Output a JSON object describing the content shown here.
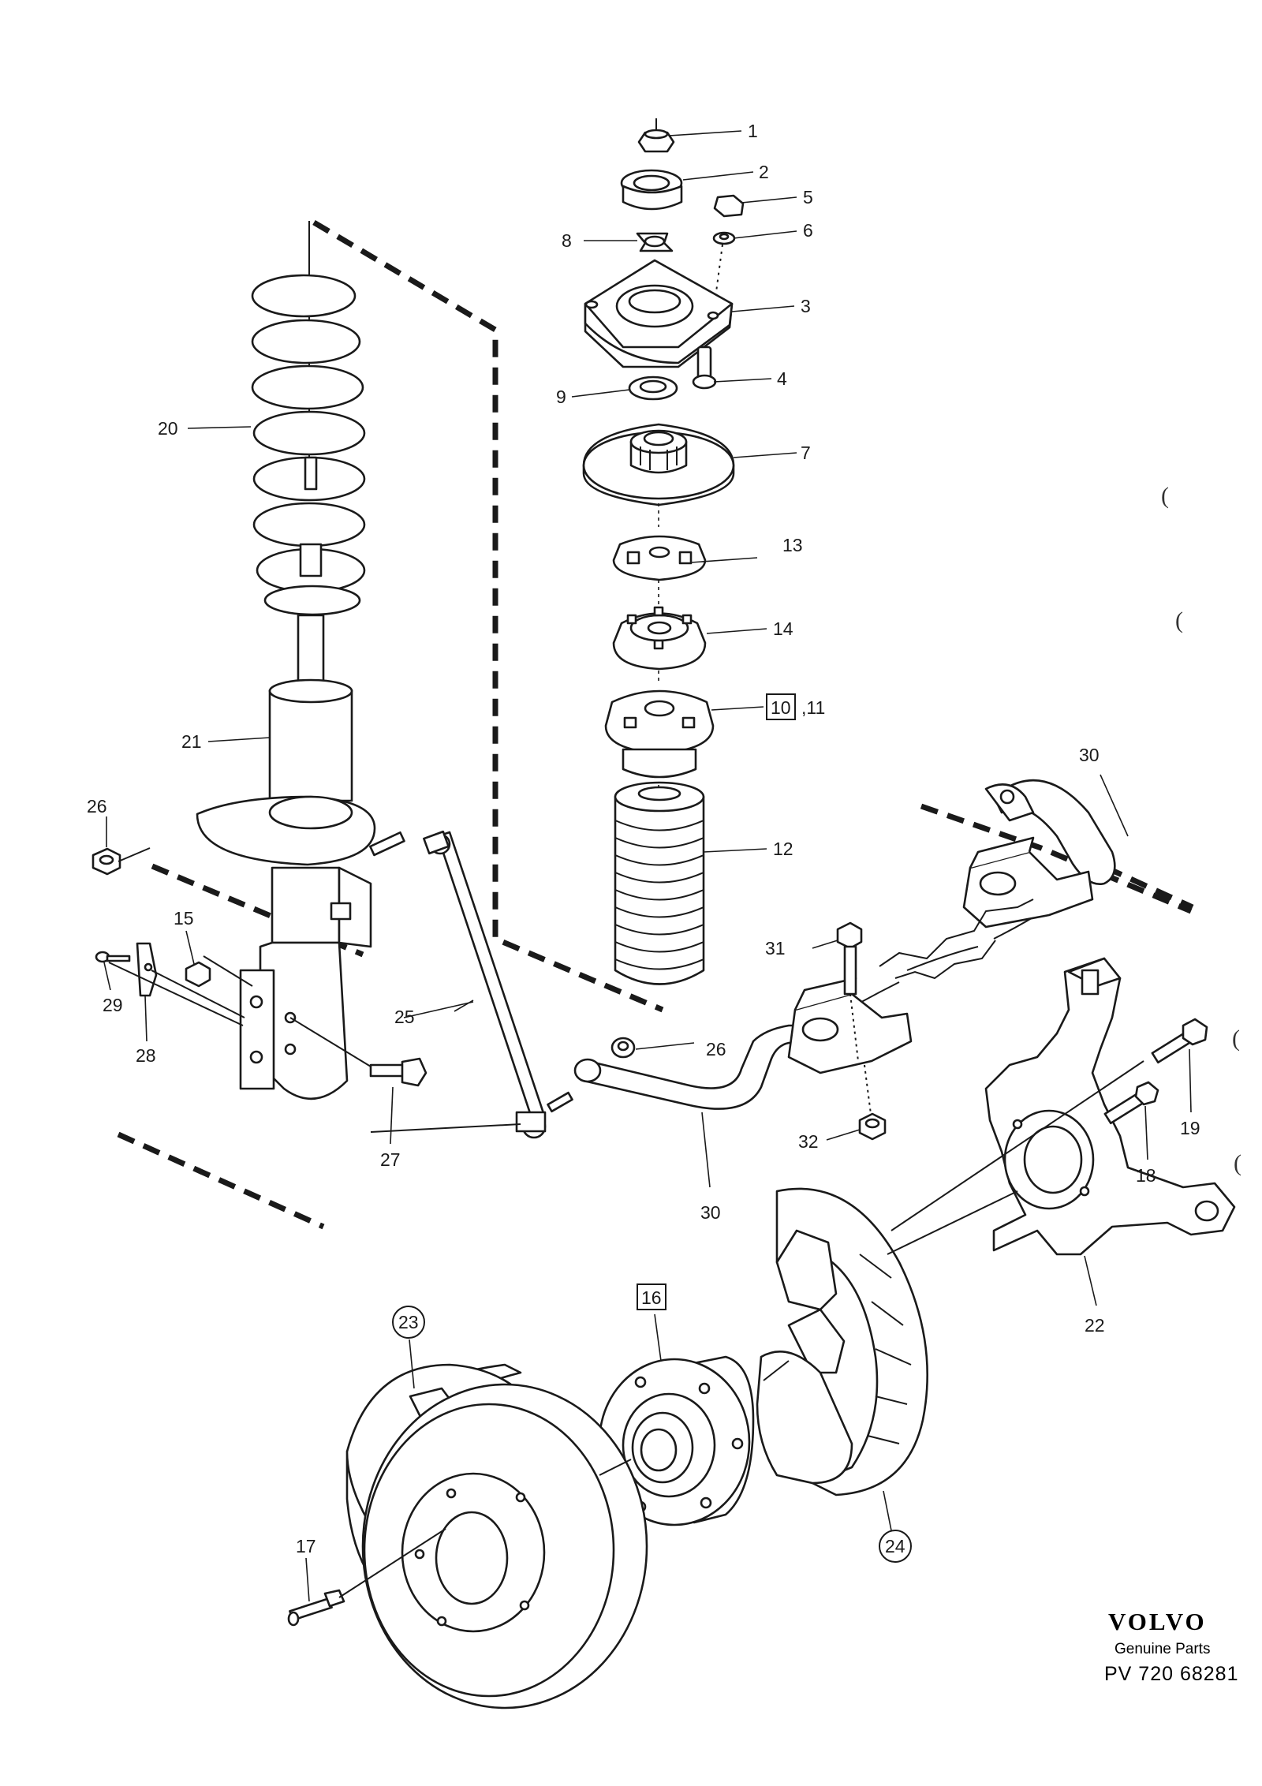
{
  "diagram": {
    "brand": {
      "logo": "VOLVO",
      "subtitle": "Genuine Parts",
      "code": "PV 720 68281"
    },
    "callouts": [
      {
        "id": "c1",
        "text": "1",
        "style": "plain"
      },
      {
        "id": "c2",
        "text": "2",
        "style": "plain"
      },
      {
        "id": "c3",
        "text": "3",
        "style": "plain"
      },
      {
        "id": "c4",
        "text": "4",
        "style": "plain"
      },
      {
        "id": "c5",
        "text": "5",
        "style": "plain"
      },
      {
        "id": "c6",
        "text": "6",
        "style": "plain"
      },
      {
        "id": "c7",
        "text": "7",
        "style": "plain"
      },
      {
        "id": "c8",
        "text": "8",
        "style": "plain"
      },
      {
        "id": "c9",
        "text": "9",
        "style": "plain"
      },
      {
        "id": "c10",
        "text": "10",
        "style": "boxed"
      },
      {
        "id": "c11",
        "text": ",11",
        "style": "plain"
      },
      {
        "id": "c12",
        "text": "12",
        "style": "plain"
      },
      {
        "id": "c13",
        "text": "13",
        "style": "plain"
      },
      {
        "id": "c14",
        "text": "14",
        "style": "plain"
      },
      {
        "id": "c15",
        "text": "15",
        "style": "plain"
      },
      {
        "id": "c16",
        "text": "16",
        "style": "boxed"
      },
      {
        "id": "c17",
        "text": "17",
        "style": "plain"
      },
      {
        "id": "c18",
        "text": "18",
        "style": "plain"
      },
      {
        "id": "c19",
        "text": "19",
        "style": "plain"
      },
      {
        "id": "c20",
        "text": "20",
        "style": "plain"
      },
      {
        "id": "c21",
        "text": "21",
        "style": "plain"
      },
      {
        "id": "c22",
        "text": "22",
        "style": "plain"
      },
      {
        "id": "c23",
        "text": "23",
        "style": "circled"
      },
      {
        "id": "c24",
        "text": "24",
        "style": "circled"
      },
      {
        "id": "c25",
        "text": "25",
        "style": "plain"
      },
      {
        "id": "c26a",
        "text": "26",
        "style": "plain"
      },
      {
        "id": "c26b",
        "text": "26",
        "style": "plain"
      },
      {
        "id": "c27",
        "text": "27",
        "style": "plain"
      },
      {
        "id": "c28",
        "text": "28",
        "style": "plain"
      },
      {
        "id": "c29",
        "text": "29",
        "style": "plain"
      },
      {
        "id": "c30a",
        "text": "30",
        "style": "plain"
      },
      {
        "id": "c30b",
        "text": "30",
        "style": "plain"
      },
      {
        "id": "c31",
        "text": "31",
        "style": "plain"
      },
      {
        "id": "c32",
        "text": "32",
        "style": "plain"
      }
    ],
    "edge_marks": [
      "(",
      "(",
      "(",
      "("
    ]
  }
}
